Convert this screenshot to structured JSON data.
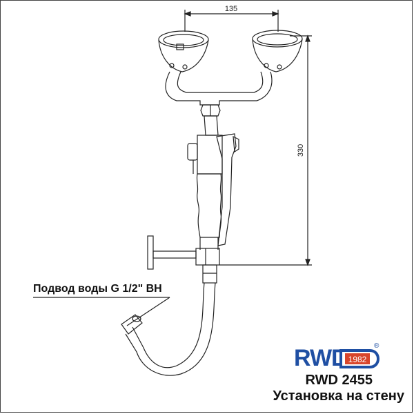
{
  "dimensions": {
    "width_value": "135",
    "height_value": "330"
  },
  "labels": {
    "water_supply": "Подвод воды G 1/2\" ВН"
  },
  "logo": {
    "text": "RWD",
    "year": "1982",
    "registered": "®",
    "primary_color": "#1f4fa3",
    "accent_color": "#d9452b"
  },
  "product": {
    "model": "RWD 2455",
    "description": "Установка на стену"
  }
}
